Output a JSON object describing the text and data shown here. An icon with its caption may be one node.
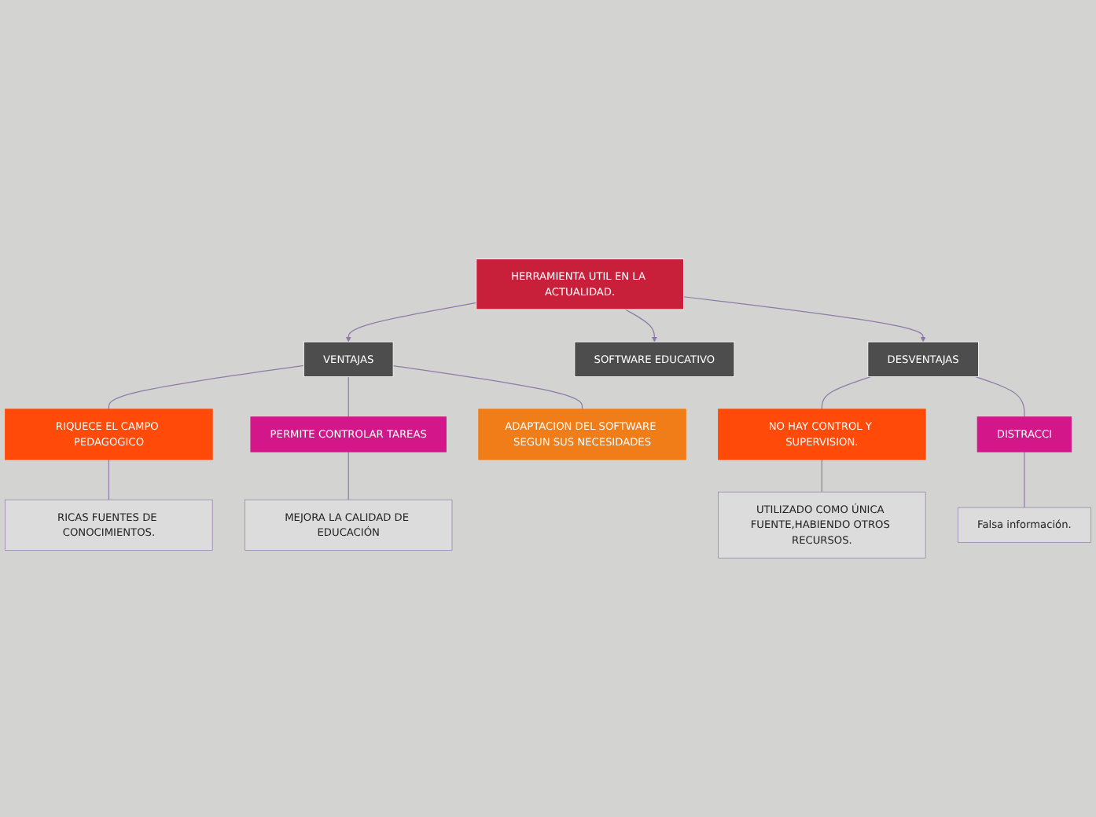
{
  "diagram": {
    "nodes": [
      {
        "text": [
          "HERRAMIENTA UTIL EN LA ACTUALIDAD."
        ]
      },
      {
        "text": [
          "SOFTWARE EDUCATIVO"
        ]
      },
      {
        "text": [
          "VENTAJAS"
        ]
      },
      {
        "text": [
          "DESVENTAJAS"
        ]
      },
      {
        "text": [
          "RIQUECE EL CAMPO PEDAGOGICO"
        ]
      },
      {
        "text": [
          "PERMITE CONTROLAR TAREAS"
        ]
      },
      {
        "text": [
          "ADAPTACION DEL SOFTWARE SEGUN SUS NECESIDADES"
        ]
      },
      {
        "text": [
          "NO HAY CONTROL Y SUPERVISION."
        ]
      },
      {
        "text": [
          "DISTRACCI"
        ]
      },
      {
        "text": [
          "RICAS FUENTES DE CONOCIMIENTOS."
        ]
      },
      {
        "text": [
          "MEJORA LA CALIDAD DE EDUCACIÓN"
        ]
      },
      {
        "text": [
          "UTILIZADO COMO ÚNICA FUENTE,HABIENDO OTROS RECURSOS."
        ]
      },
      {
        "text": [
          "Falsa información."
        ]
      }
    ],
    "edges": [
      {
        "from": 0,
        "to": 1,
        "arrow": "to"
      },
      {
        "from": 0,
        "to": 2,
        "arrow": "to"
      },
      {
        "from": 0,
        "to": 3,
        "arrow": "to"
      },
      {
        "from": 2,
        "to": 4,
        "arrow": "none"
      },
      {
        "from": 2,
        "to": 5,
        "arrow": "none"
      },
      {
        "from": 2,
        "to": 6,
        "arrow": "none"
      },
      {
        "from": 3,
        "to": 7,
        "arrow": "none"
      },
      {
        "from": 3,
        "to": 8,
        "arrow": "none"
      },
      {
        "from": 4,
        "to": 9,
        "arrow": "none"
      },
      {
        "from": 5,
        "to": 10,
        "arrow": "none"
      },
      {
        "from": 7,
        "to": 11,
        "arrow": "none"
      },
      {
        "from": 8,
        "to": 12,
        "arrow": "none"
      }
    ]
  }
}
